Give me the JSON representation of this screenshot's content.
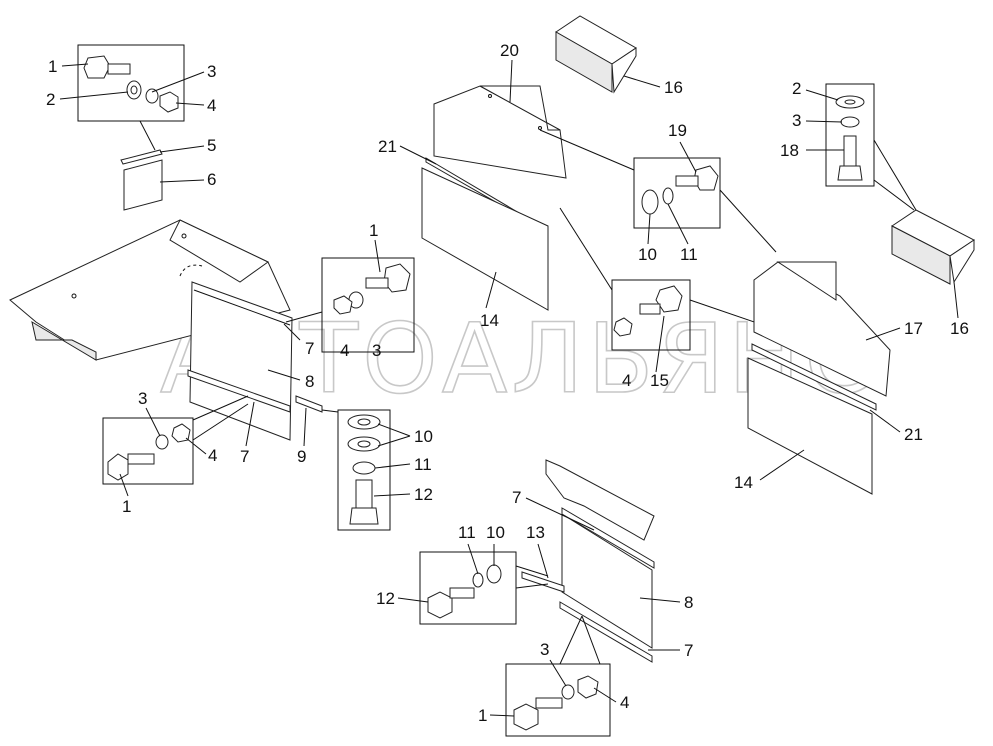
{
  "watermark": "АВТОАЛЬЯНС",
  "callouts": {
    "tl_1": "1",
    "tl_2": "2",
    "tl_3": "3",
    "tl_4": "4",
    "tl_5": "5",
    "tl_6": "6",
    "c_1": "1",
    "c_4": "4",
    "c_3": "3",
    "c_7": "7",
    "c_8": "8",
    "bl_3": "3",
    "bl_4": "4",
    "bl_7": "7",
    "bl_1": "1",
    "bl_9": "9",
    "w_10": "10",
    "w_11": "11",
    "w_12": "12",
    "t_20": "20",
    "t_16": "16",
    "t_21": "21",
    "t_14": "14",
    "m_19": "19",
    "m_10": "10",
    "m_11": "11",
    "m_4": "4",
    "m_15": "15",
    "r_2": "2",
    "r_3": "3",
    "r_18": "18",
    "r_16": "16",
    "r_17": "17",
    "r_21": "21",
    "r_14": "14",
    "b_7": "7",
    "b_11": "11",
    "b_10": "10",
    "b_13": "13",
    "b_12": "12",
    "b_8": "8",
    "b_7b": "7",
    "b_3": "3",
    "b_4": "4",
    "b_1": "1"
  }
}
